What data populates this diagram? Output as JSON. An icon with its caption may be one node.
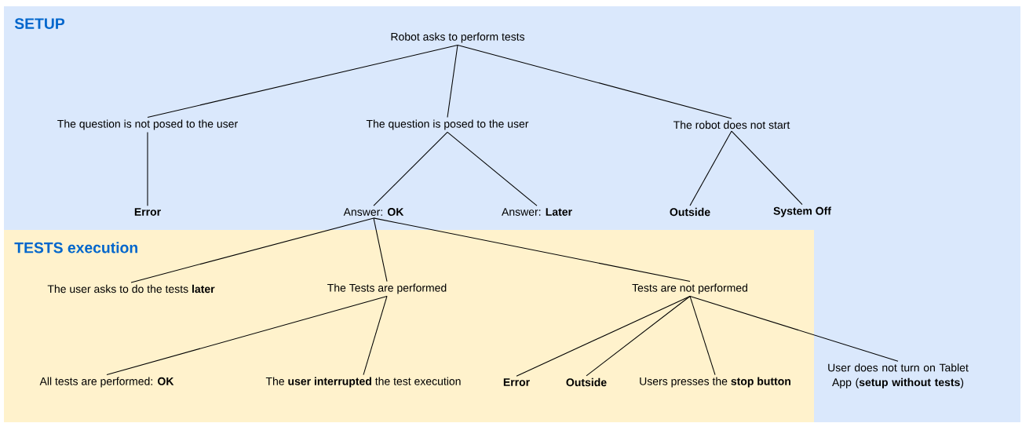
{
  "diagram": {
    "nodes": [
      {
        "text": [
          "SETUP"
        ]
      },
      {
        "text": [
          "TESTS execution"
        ],
        "in": 0
      },
      {
        "text": [
          "Robot asks to perform tests"
        ],
        "in": 0
      },
      {
        "text": [
          "The question is not posed to the user"
        ],
        "in": 0
      },
      {
        "text": [
          "The question is posed to the user"
        ],
        "in": 0
      },
      {
        "text": [
          "The robot does not start"
        ],
        "in": 0
      },
      {
        "text": [
          "Error"
        ],
        "in": 0
      },
      {
        "text": [
          "Answer: **OK**"
        ],
        "in": 0
      },
      {
        "text": [
          "Answer: **Later**"
        ],
        "in": 0
      },
      {
        "text": [
          "Outside"
        ],
        "in": 0
      },
      {
        "text": [
          "System Off"
        ],
        "in": 0
      },
      {
        "text": [
          "The user asks to do the tests **later**"
        ],
        "in": 1
      },
      {
        "text": [
          "The Tests are performed"
        ],
        "in": 1
      },
      {
        "text": [
          "Tests are not performed"
        ],
        "in": 1
      },
      {
        "text": [
          "All tests are performed: **OK**"
        ],
        "in": 1
      },
      {
        "text": [
          "The **user interrupted** the test execution"
        ],
        "in": 1
      },
      {
        "text": [
          "Error"
        ],
        "in": 1
      },
      {
        "text": [
          "Outside"
        ],
        "in": 1
      },
      {
        "text": [
          "Users presses the **stop button**"
        ],
        "in": 1
      },
      {
        "text": [
          "User does not turn on Tablet App (**setup without tests**)"
        ],
        "in": 0
      }
    ],
    "edges": [
      {
        "from": 2,
        "to": 3,
        "arrow": "none"
      },
      {
        "from": 2,
        "to": 4,
        "arrow": "none"
      },
      {
        "from": 2,
        "to": 5,
        "arrow": "none"
      },
      {
        "from": 3,
        "to": 6,
        "arrow": "none"
      },
      {
        "from": 4,
        "to": 7,
        "arrow": "none"
      },
      {
        "from": 4,
        "to": 8,
        "arrow": "none"
      },
      {
        "from": 5,
        "to": 9,
        "arrow": "none"
      },
      {
        "from": 5,
        "to": 10,
        "arrow": "none"
      },
      {
        "from": 7,
        "to": 11,
        "arrow": "none"
      },
      {
        "from": 7,
        "to": 12,
        "arrow": "none"
      },
      {
        "from": 7,
        "to": 13,
        "arrow": "none"
      },
      {
        "from": 12,
        "to": 14,
        "arrow": "none"
      },
      {
        "from": 12,
        "to": 15,
        "arrow": "none"
      },
      {
        "from": 13,
        "to": 16,
        "arrow": "none"
      },
      {
        "from": 13,
        "to": 17,
        "arrow": "none"
      },
      {
        "from": 13,
        "to": 18,
        "arrow": "none"
      },
      {
        "from": 13,
        "to": 19,
        "arrow": "none"
      }
    ]
  }
}
